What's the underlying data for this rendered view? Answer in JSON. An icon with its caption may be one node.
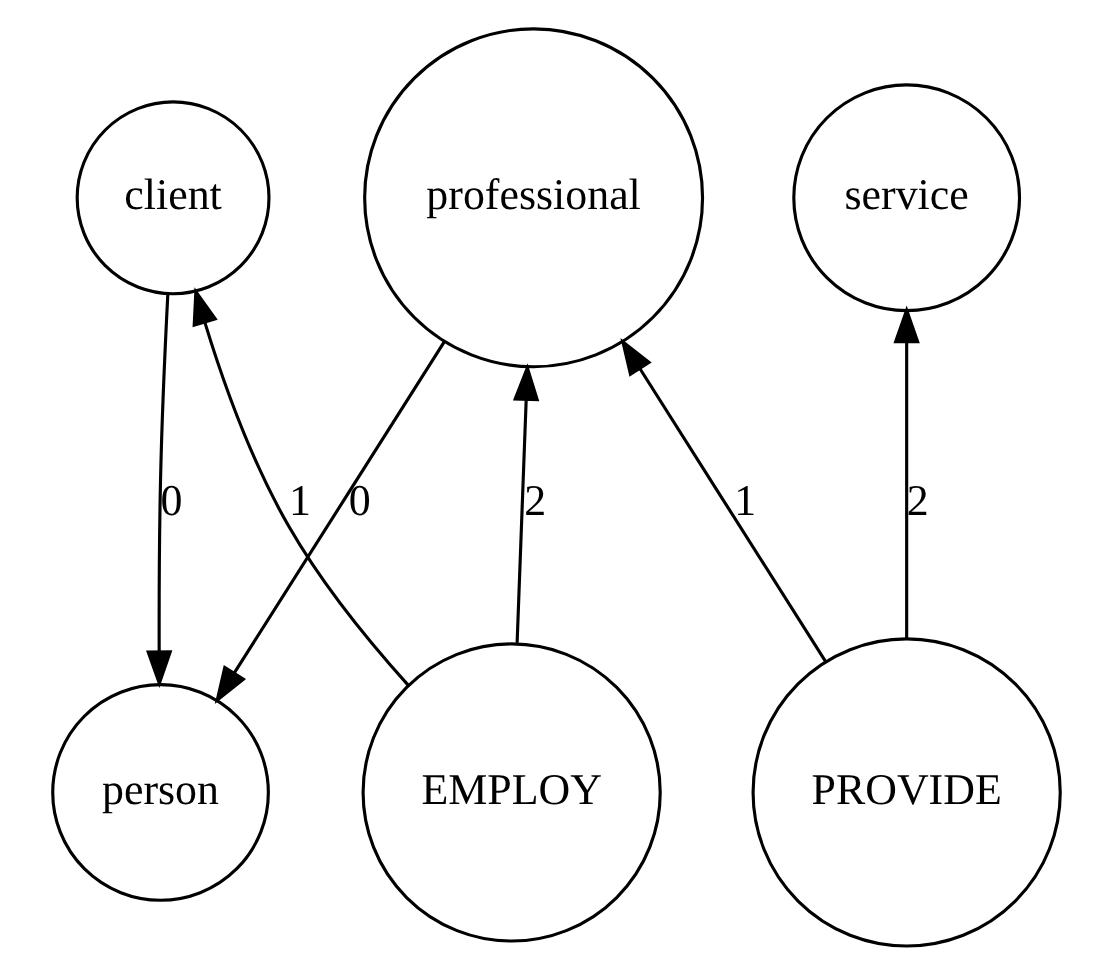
{
  "diagram": {
    "nodes": [
      {
        "text": [
          "client"
        ]
      },
      {
        "text": [
          "professional"
        ]
      },
      {
        "text": [
          "service"
        ]
      },
      {
        "text": [
          "EMPLOY"
        ]
      },
      {
        "text": [
          "person"
        ]
      },
      {
        "text": [
          "PROVIDE"
        ]
      }
    ],
    "edges": [
      {
        "from": 3,
        "to": 0,
        "arrow": "to",
        "label": "1"
      },
      {
        "from": 0,
        "to": 4,
        "arrow": "to",
        "label": "0"
      },
      {
        "from": 3,
        "to": 1,
        "arrow": "to",
        "label": "2"
      },
      {
        "from": 1,
        "to": 4,
        "arrow": "to",
        "label": "0"
      },
      {
        "from": 5,
        "to": 1,
        "arrow": "to",
        "label": "1"
      },
      {
        "from": 5,
        "to": 2,
        "arrow": "to",
        "label": "2"
      }
    ]
  }
}
